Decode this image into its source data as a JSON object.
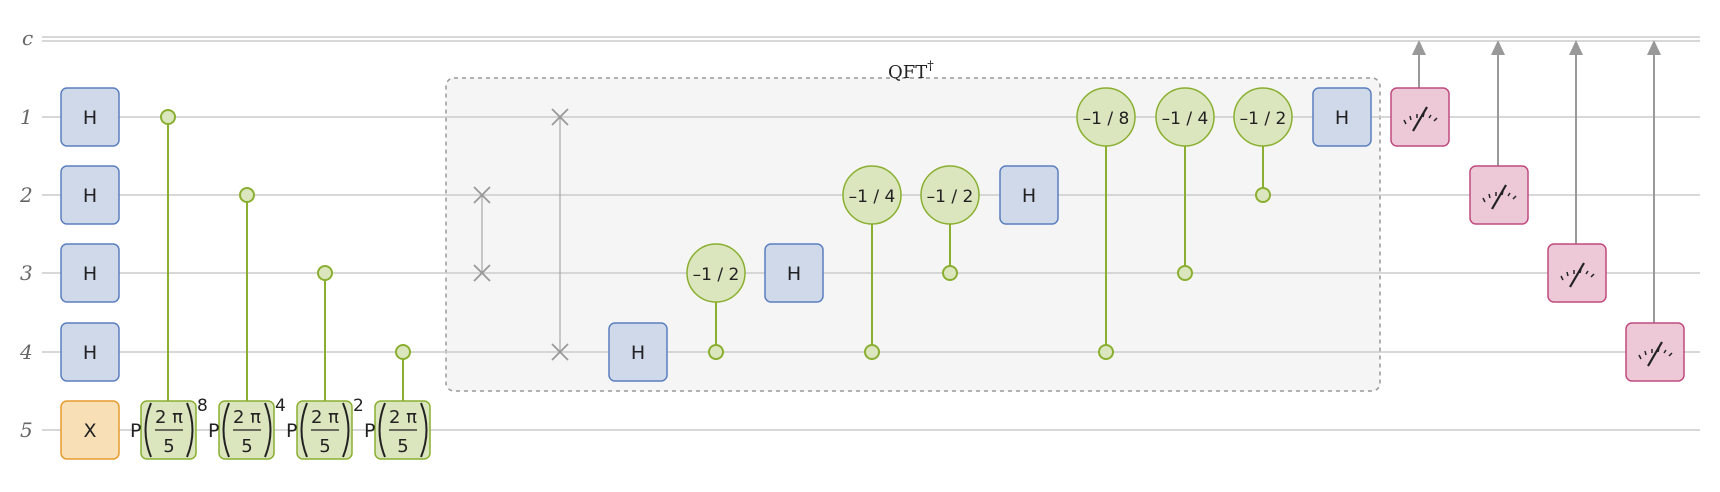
{
  "wires": {
    "classical": "c",
    "qubits": [
      "1",
      "2",
      "3",
      "4",
      "5"
    ]
  },
  "block": {
    "label": "QFT",
    "dagger": "†"
  },
  "gates": {
    "h": "H",
    "x": "X",
    "p_prefix": "P",
    "p_num": "2 π",
    "p_den": "5",
    "p_powers": [
      "8",
      "4",
      "2"
    ],
    "phases": [
      "–1 / 2",
      "–1 / 4",
      "–1 / 2",
      "–1 / 8",
      "–1 / 4",
      "–1 / 2"
    ]
  },
  "colors": {
    "h_fill": "#cfd9ea",
    "h_stroke": "#5b7fbf",
    "x_fill": "#f8dfb5",
    "x_stroke": "#e69b2c",
    "ctrl_fill": "#dbe6bf",
    "ctrl_stroke": "#8aaf30",
    "meas_fill": "#edc9d8",
    "meas_stroke": "#c04a7e",
    "wire": "#cccccc",
    "arrow": "#999999",
    "block_fill": "#f5f5f5",
    "block_stroke": "#999999"
  }
}
